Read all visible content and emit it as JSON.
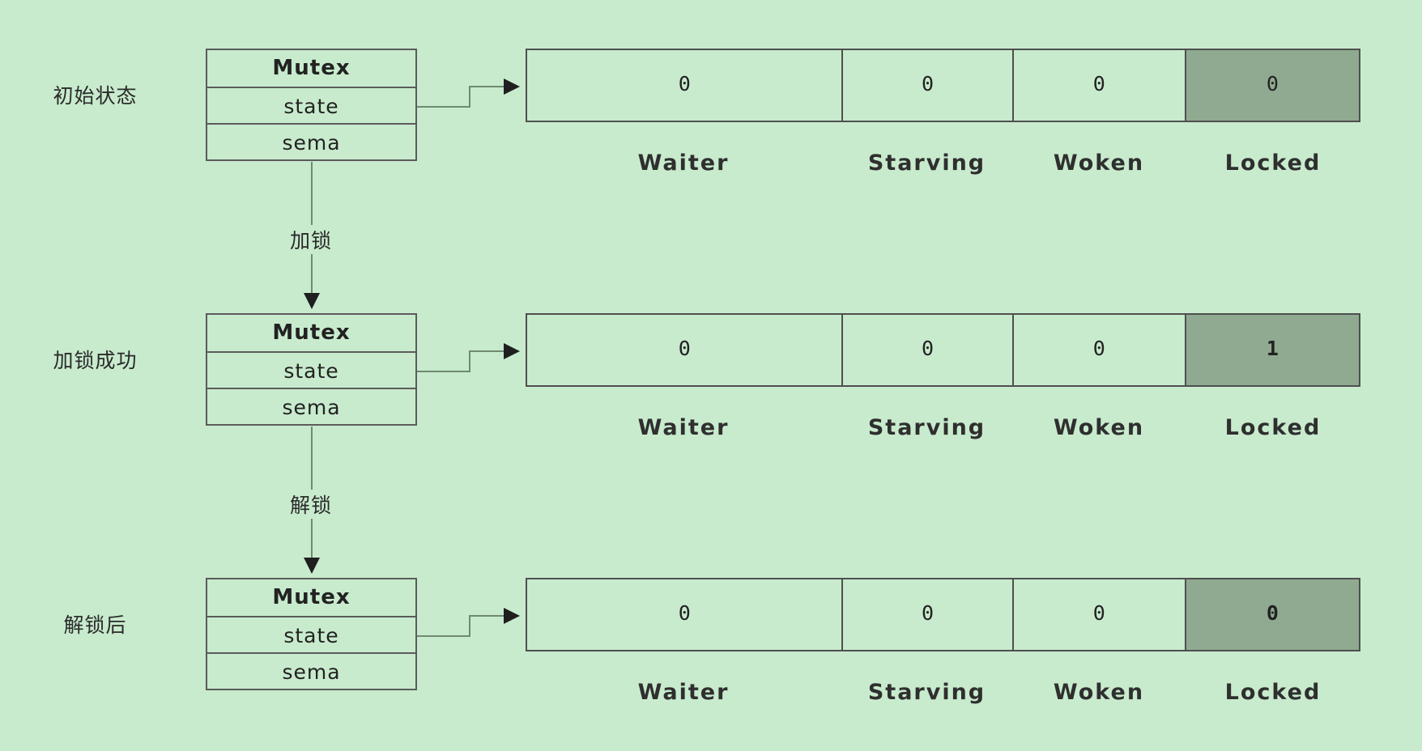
{
  "stages": [
    {
      "label": "初始状态",
      "mutex": {
        "title": "Mutex",
        "field1": "state",
        "field2": "sema"
      },
      "state_bits": [
        {
          "name": "Waiter",
          "value": "0"
        },
        {
          "name": "Starving",
          "value": "0"
        },
        {
          "name": "Woken",
          "value": "0"
        },
        {
          "name": "Locked",
          "value": "0"
        }
      ]
    },
    {
      "label": "加锁成功",
      "mutex": {
        "title": "Mutex",
        "field1": "state",
        "field2": "sema"
      },
      "state_bits": [
        {
          "name": "Waiter",
          "value": "0"
        },
        {
          "name": "Starving",
          "value": "0"
        },
        {
          "name": "Woken",
          "value": "0"
        },
        {
          "name": "Locked",
          "value": "1"
        }
      ]
    },
    {
      "label": "解锁后",
      "mutex": {
        "title": "Mutex",
        "field1": "state",
        "field2": "sema"
      },
      "state_bits": [
        {
          "name": "Waiter",
          "value": "0"
        },
        {
          "name": "Starving",
          "value": "0"
        },
        {
          "name": "Woken",
          "value": "0"
        },
        {
          "name": "Locked",
          "value": "0"
        }
      ]
    }
  ],
  "transitions": [
    {
      "label": "加锁"
    },
    {
      "label": "解锁"
    }
  ],
  "colors": {
    "background": "#c8ebcd",
    "locked_cell": "#8faa90",
    "line": "#5b5b5b"
  }
}
